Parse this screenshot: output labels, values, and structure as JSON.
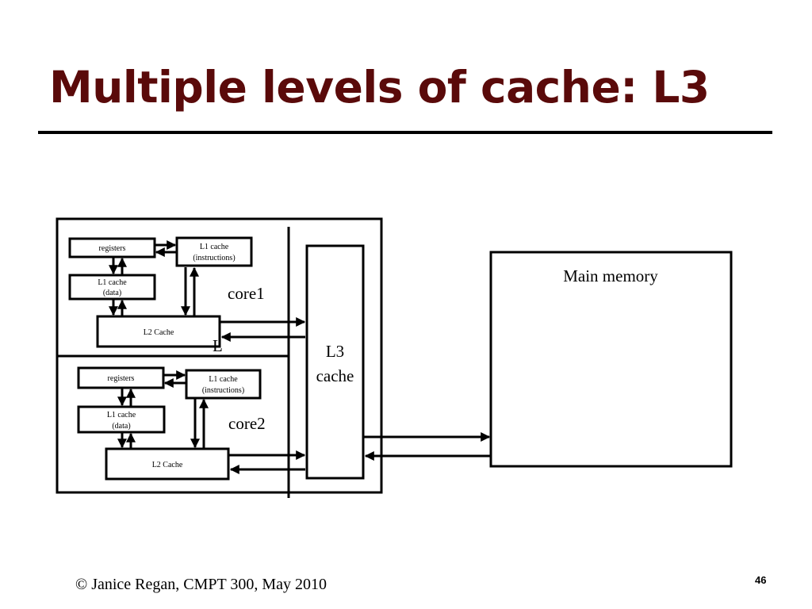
{
  "slide": {
    "title": "Multiple levels of cache: L3",
    "footer": "© Janice Regan, CMPT 300, May 2010",
    "page_number": "46"
  },
  "diagram": {
    "core1": {
      "label": "core1",
      "registers": "registers",
      "l1_instructions": [
        "L1 cache",
        "(instructions)"
      ],
      "l1_data": [
        "L1 cache",
        "(data)"
      ],
      "l2": "L2 Cache"
    },
    "core2": {
      "label": "core2",
      "registers": "registers",
      "l1_instructions": [
        "L1 cache",
        "(instructions)"
      ],
      "l1_data": [
        "L1 cache",
        "(data)"
      ],
      "l2": "L2 Cache"
    },
    "l3": [
      "L3",
      "cache"
    ],
    "main_memory": "Main memory",
    "stray_label": "L"
  }
}
